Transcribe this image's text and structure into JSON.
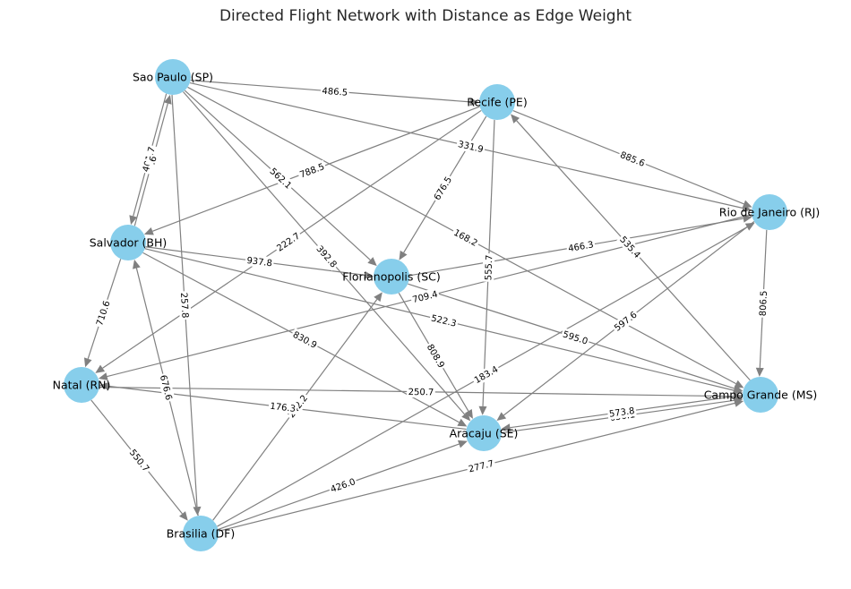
{
  "title": "Directed Flight Network with Distance as Edge Weight",
  "colors": {
    "node_fill": "#87ceeb",
    "edge": "#808080",
    "label_bg": "#ffffff",
    "title": "#262626"
  },
  "nodes": [
    {
      "id": "SP",
      "label": "Sao Paulo (SP)"
    },
    {
      "id": "PE",
      "label": "Recife (PE)"
    },
    {
      "id": "RJ",
      "label": "Rio de Janeiro (RJ)"
    },
    {
      "id": "BH",
      "label": "Salvador (BH)"
    },
    {
      "id": "SC",
      "label": "Florianopolis (SC)"
    },
    {
      "id": "RN",
      "label": "Natal (RN)"
    },
    {
      "id": "MS",
      "label": "Campo Grande (MS)"
    },
    {
      "id": "SE",
      "label": "Aracaju (SE)"
    },
    {
      "id": "DF",
      "label": "Brasilia (DF)"
    }
  ],
  "edges": [
    {
      "from": "SP",
      "to": "PE",
      "weight": "486.5"
    },
    {
      "from": "SP",
      "to": "RJ",
      "weight": "331.9"
    },
    {
      "from": "SP",
      "to": "SC",
      "weight": "562.1"
    },
    {
      "from": "SP",
      "to": "SE",
      "weight": "392.8"
    },
    {
      "from": "SP",
      "to": "MS",
      "weight": "168.2"
    },
    {
      "from": "SP",
      "to": "DF",
      "weight": "257.8"
    },
    {
      "from": "SP",
      "to": "BH",
      "weight": "401.7"
    },
    {
      "from": "BH",
      "to": "SP",
      "weight": ".6"
    },
    {
      "from": "PE",
      "to": "BH",
      "weight": "788.5"
    },
    {
      "from": "PE",
      "to": "RJ",
      "weight": "885.6"
    },
    {
      "from": "PE",
      "to": "SC",
      "weight": "676.5"
    },
    {
      "from": "PE",
      "to": "SE",
      "weight": "555.7"
    },
    {
      "from": "PE",
      "to": "RN",
      "weight": "222.7"
    },
    {
      "from": "MS",
      "to": "PE",
      "weight": "535.4"
    },
    {
      "from": "BH",
      "to": "SC",
      "weight": "937.8"
    },
    {
      "from": "BH",
      "to": "MS",
      "weight": "522.3"
    },
    {
      "from": "BH",
      "to": "SE",
      "weight": "830.9"
    },
    {
      "from": "BH",
      "to": "RN",
      "weight": "710.6"
    },
    {
      "from": "DF",
      "to": "BH",
      "weight": "676.6"
    },
    {
      "from": "SC",
      "to": "RJ",
      "weight": "466.3"
    },
    {
      "from": "SC",
      "to": "MS",
      "weight": "595.0"
    },
    {
      "from": "SC",
      "to": "SE",
      "weight": "808.9"
    },
    {
      "from": "DF",
      "to": "SC",
      "weight": "242.2"
    },
    {
      "from": "RJ",
      "to": "RN",
      "weight": "709.4"
    },
    {
      "from": "RJ",
      "to": "SE",
      "weight": "597.6"
    },
    {
      "from": "RJ",
      "to": "MS",
      "weight": "806.5"
    },
    {
      "from": "DF",
      "to": "RJ",
      "weight": "183.4"
    },
    {
      "from": "RN",
      "to": "MS",
      "weight": "250.7"
    },
    {
      "from": "SE",
      "to": "RN",
      "weight": "176.3"
    },
    {
      "from": "RN",
      "to": "DF",
      "weight": "550.7"
    },
    {
      "from": "SE",
      "to": "MS",
      "weight": "650.1"
    },
    {
      "from": "DF",
      "to": "SE",
      "weight": "426.0"
    },
    {
      "from": "DF",
      "to": "MS",
      "weight": "277.7"
    },
    {
      "from": "MS",
      "to": "SE",
      "weight": "573.8"
    }
  ]
}
